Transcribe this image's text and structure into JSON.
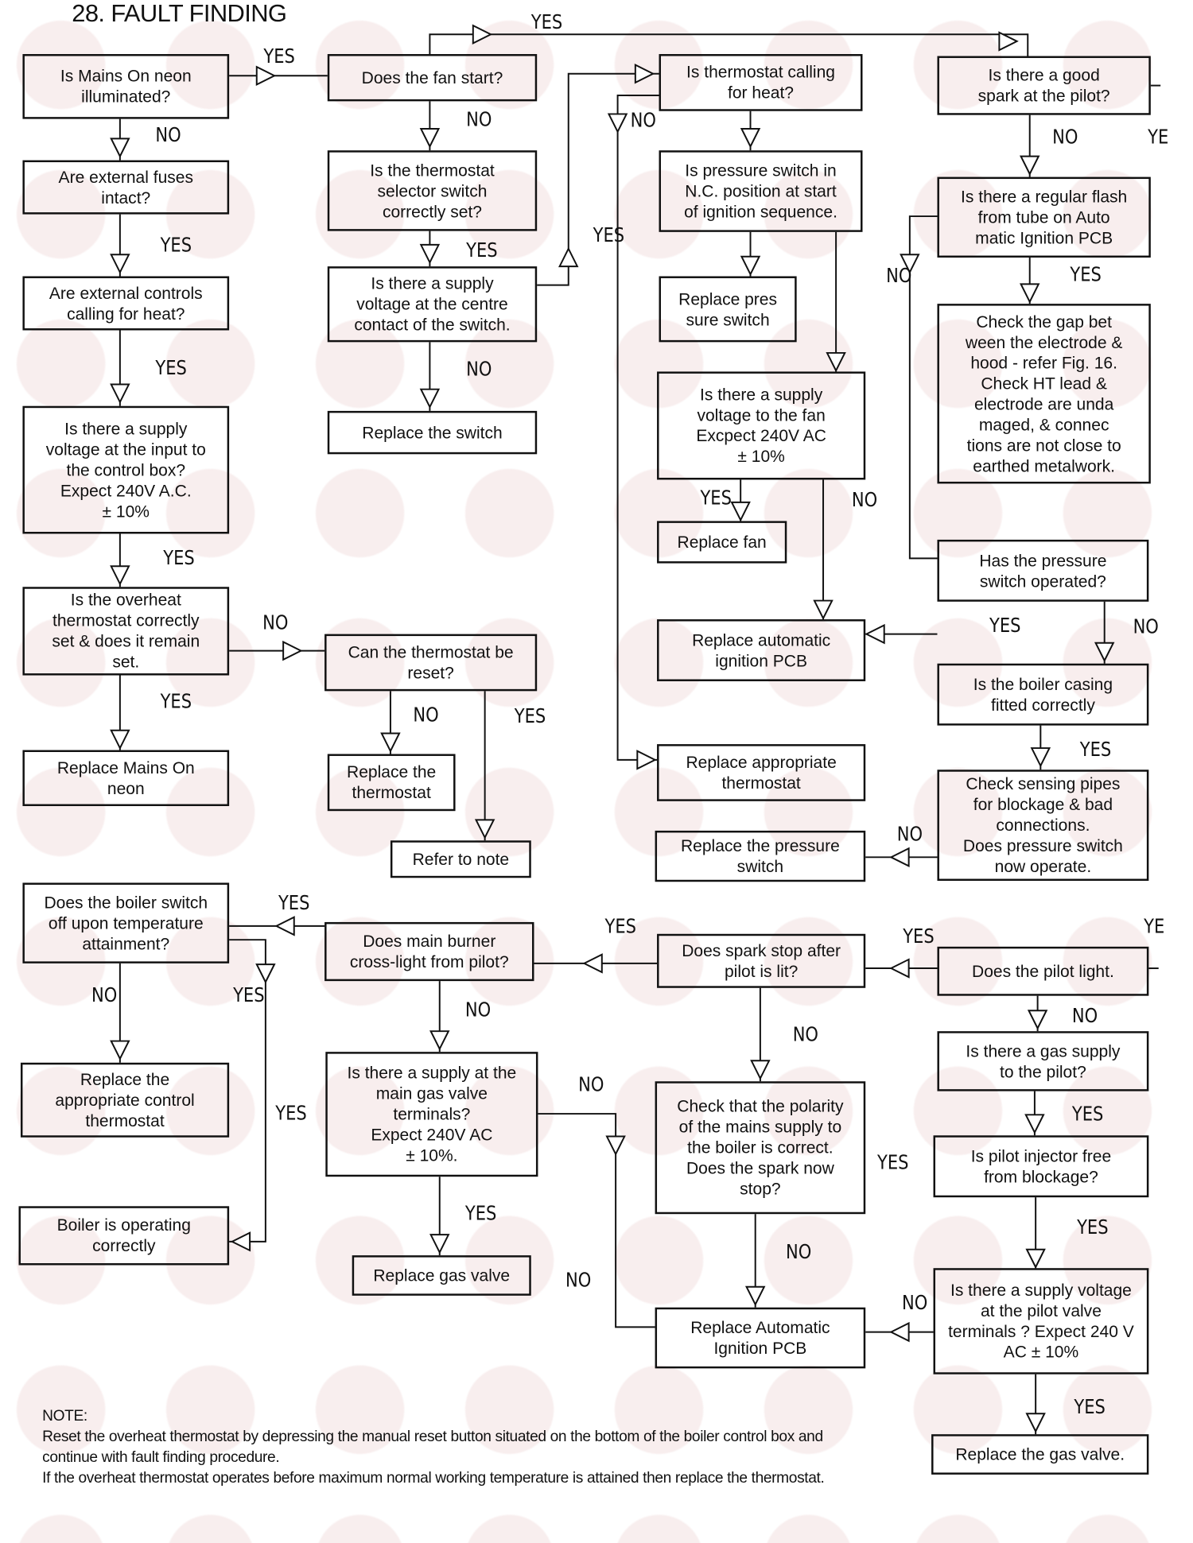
{
  "title": "28. FAULT FINDING",
  "boxes": [
    "Is Mains On neon\nilluminated?",
    "Does the fan start?",
    "Is thermostat calling\nfor heat?",
    "Is there a good\nspark at the pilot?",
    "Are external fuses\nintact?",
    "Is the thermostat\nselector switch\ncorrectly set?",
    "Is pressure switch in\nN.C. position at start\nof ignition sequence.",
    "Is there a regular flash\nfrom tube on Auto\nmatic Ignition PCB",
    "Are external controls\ncalling for heat?",
    "Is there a supply\nvoltage at the centre\ncontact of the switch.",
    "Replace pres\nsure switch",
    "Check the gap bet\nween the electrode &\nhood - refer Fig. 16.\nCheck HT lead &\nelectrode are unda\nmaged, & connec\ntions are not close to\nearthed metalwork.",
    "Replace the switch",
    "Is there a supply\nvoltage at the input to\nthe control box?\nExpect 240V A.C.\n± 10%",
    "Is there a supply\nvoltage to the fan\nExcpect 240V AC\n± 10%",
    "Replace fan",
    "Has the pressure\nswitch operated?",
    "Is the overheat\nthermostat correctly\nset & does it remain\nset.",
    "Can the thermostat be\nreset?",
    "Replace automatic\nignition PCB",
    "Is the boiler casing\nfitted correctly",
    "Replace Mains On\nneon",
    "Replace the\nthermostat",
    "Replace appropriate\nthermostat",
    "Check sensing pipes\nfor blockage & bad\nconnections.\nDoes pressure switch\nnow operate.",
    "Refer to note",
    "Replace the pressure\nswitch",
    "Does the boiler switch\noff upon temperature\nattainment?",
    "Does main burner\ncross-light from pilot?",
    "Does spark stop after\npilot is lit?",
    "Does the pilot light.",
    "Replace the\nappropriate control\nthermostat",
    "Is there a supply at the\nmain gas valve\nterminals?\nExpect 240V AC\n± 10%.",
    "Check that the polarity\nof the mains supply to\nthe boiler is correct.\nDoes the spark now\nstop?",
    "Is there a gas supply\nto the pilot?",
    "Is pilot injector free\nfrom blockage?",
    "Boiler is operating\ncorrectly",
    "Replace gas valve",
    "Replace Automatic\nIgnition PCB",
    "Is there a supply voltage\nat the pilot valve\nterminals ? Expect 240 V\nAC ± 10%",
    "Replace the gas valve."
  ],
  "labels": [
    "YES",
    "YES",
    "NO",
    "YES",
    "YES",
    "YES",
    "YES",
    "NO",
    "NO",
    "YES",
    "NO",
    "YES",
    "NO",
    "YES",
    "NO",
    "YES",
    "NO",
    "NO",
    "YE",
    "YES",
    "NO",
    "YES",
    "NO",
    "YES",
    "YES",
    "NO",
    "NO",
    "YES",
    "YES",
    "YES",
    "YES",
    "NO",
    "YES",
    "NO",
    "NO",
    "YES",
    "NO",
    "NO",
    "YES",
    "NO",
    "YES",
    "YE",
    "YES",
    "NO"
  ],
  "note": {
    "heading": "NOTE:",
    "line1": "Reset the overheat thermostat by depressing the manual reset button situated on the bottom of the boiler control box and continue with fault finding procedure.",
    "line2": "If the overheat thermostat operates before maximum normal working temperature is attained then replace the thermostat."
  }
}
